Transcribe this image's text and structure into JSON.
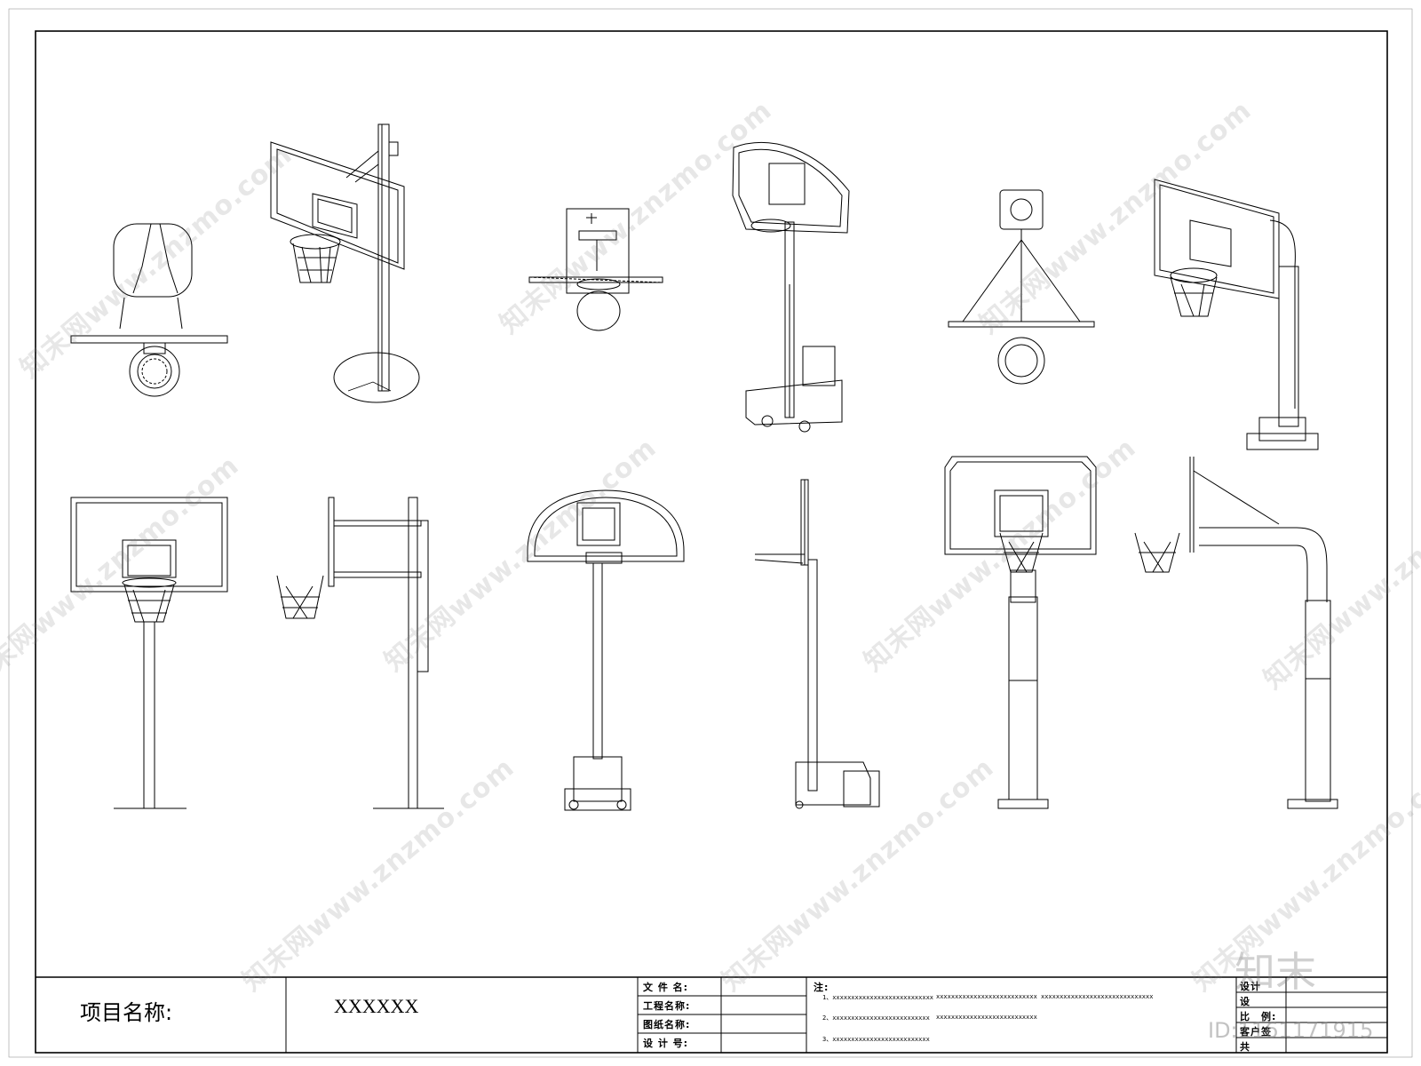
{
  "title_block": {
    "project_label": "项目名称:",
    "project_value": "XXXXXX",
    "fields": [
      "文 件 名:",
      "工程名称:",
      "图纸名称:",
      "设 计 号:"
    ],
    "notes_label": "注:",
    "notes": [
      "1、xxxxxxxxxxxxxxxxxxxxxxxxxxx",
      "xxxxxxxxxxxxxxxxxxxxxxxxxxx",
      "xxxxxxxxxxxxxxxxxxxxxxxxxxxxxx",
      "2、xxxxxxxxxxxxxxxxxxxxxxxxxx",
      "xxxxxxxxxxxxxxxxxxxxxxxxxxx",
      "3、xxxxxxxxxxxxxxxxxxxxxxxxxx"
    ],
    "right_fields": [
      "设计",
      "设",
      "比　例:",
      "客户签",
      "共"
    ]
  },
  "watermark": {
    "site": "知末网www.znzmo.com",
    "logo": "知末",
    "id": "ID:1161171915"
  }
}
